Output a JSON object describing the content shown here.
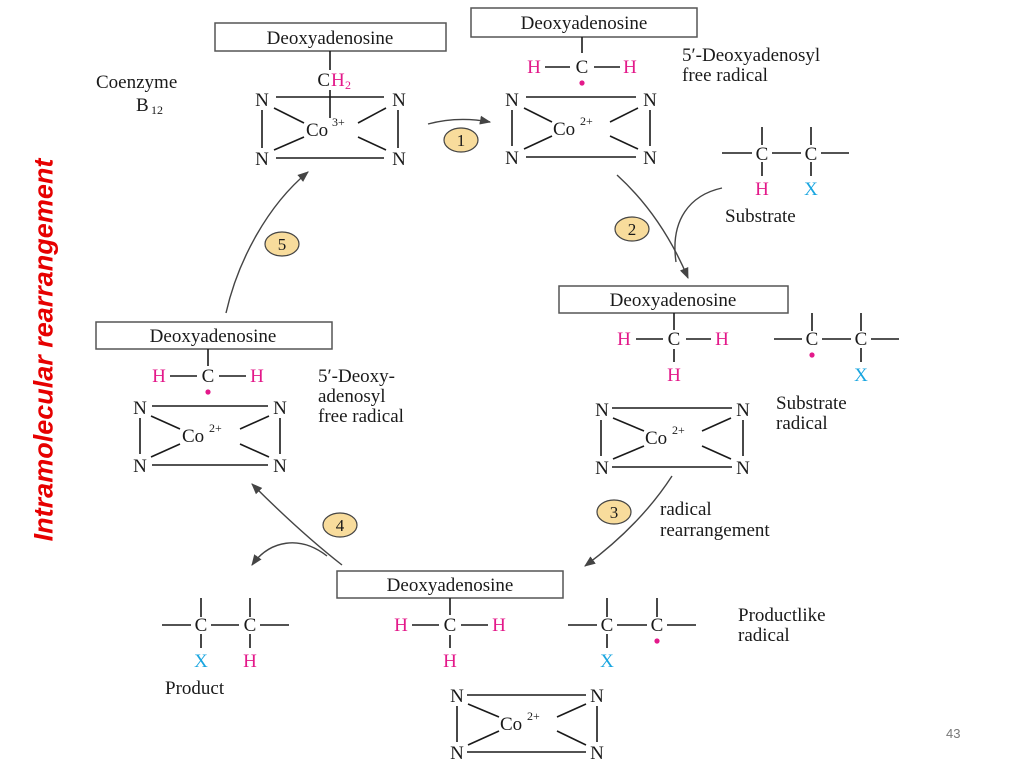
{
  "side_label": "Intramolecular rearrangement",
  "slide_number": "43",
  "colors": {
    "hydrogen": "#e3198a",
    "substituent": "#1aa6e0",
    "side_label": "#e60000",
    "badge": "#f8dc9c"
  },
  "deoxyadenosine_label": "Deoxyadenosine",
  "atoms": {
    "carbon": "C",
    "hydrogen": "H",
    "substituent": "X",
    "nitrogen": "N"
  },
  "cobalt": {
    "co3": "Co",
    "co3_charge": "3+",
    "co2": "Co",
    "co2_charge": "2+"
  },
  "ch2": {
    "c": "C",
    "h2": "H",
    "subscript": "2"
  },
  "labels": {
    "coenzyme_line1": "Coenzyme",
    "coenzyme_line2": "B",
    "coenzyme_subscript": "12",
    "radical_top_line1": "5′-Deoxyadenosyl",
    "radical_top_line2": "free radical",
    "substrate": "Substrate",
    "substrate_radical_line1": "Substrate",
    "substrate_radical_line2": "radical",
    "rearrangement_line1": "radical",
    "rearrangement_line2": "rearrangement",
    "productlike_line1": "Productlike",
    "productlike_line2": "radical",
    "product": "Product",
    "radical_left_line1": "5′-Deoxy-",
    "radical_left_line2": "adenosyl",
    "radical_left_line3": "free radical"
  },
  "steps": [
    "1",
    "2",
    "3",
    "4",
    "5"
  ]
}
